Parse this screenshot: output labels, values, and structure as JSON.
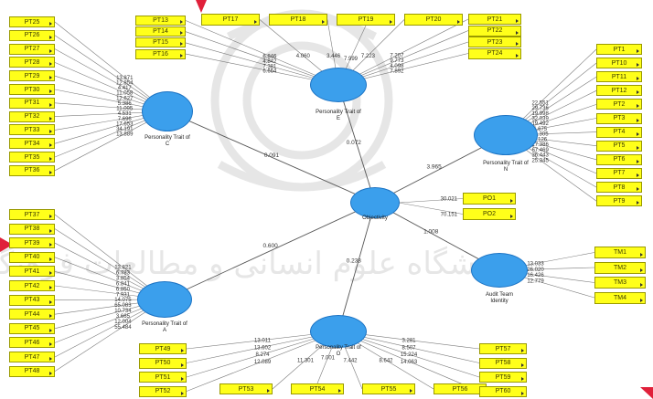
{
  "constructs": {
    "c": {
      "label": "Personality Trait of\nC"
    },
    "e": {
      "label": "Personality Trait of\nE"
    },
    "a": {
      "label": "Personality Trait of\nA"
    },
    "n": {
      "label": "Personality Trait of\nN"
    },
    "o": {
      "label": "Personality Trait of\nO"
    },
    "obj": {
      "label": "Objectivity"
    },
    "team": {
      "label": "Audit Team\nIdentity"
    }
  },
  "paths": [
    {
      "from": "c",
      "value": "0.091"
    },
    {
      "from": "e",
      "value": "0.072"
    },
    {
      "from": "n",
      "value": "3.965"
    },
    {
      "from": "a",
      "value": "0.600"
    },
    {
      "from": "o",
      "value": "0.238"
    },
    {
      "from": "team",
      "value": "1.008"
    }
  ],
  "objectivity_outer": {
    "indicators": [
      {
        "label": "PO1",
        "loading": "30.021"
      },
      {
        "label": "PO2",
        "loading": "70.151"
      }
    ]
  },
  "groups": {
    "c": {
      "indicators": [
        "PT25",
        "PT26",
        "PT27",
        "PT28",
        "PT29",
        "PT30",
        "PT31",
        "PT32",
        "PT33",
        "PT34",
        "PT35",
        "PT36"
      ],
      "loadings": [
        "13.871",
        "12.854",
        "4.417",
        "11.058",
        "12.627",
        "5.386",
        "11.095",
        "4.531",
        "7.696",
        "17.653",
        "34.191",
        "13.889"
      ]
    },
    "e": {
      "indicators": [
        "PT16",
        "PT17",
        "PT18",
        "PT19",
        "PT20",
        "PT21",
        "PT22",
        "PT23",
        "PT24",
        "PT13",
        "PT14",
        "PT15"
      ],
      "loadings": [
        "6.664",
        "4.060",
        "3.446",
        "7.999",
        "7.223",
        "7.207",
        "9.773",
        "4.098",
        "7.892",
        "6.846",
        "4.842",
        "7.381"
      ]
    },
    "n": {
      "indicators": [
        "PT1",
        "PT10",
        "PT11",
        "PT12",
        "PT2",
        "PT3",
        "PT4",
        "PT5",
        "PT6",
        "PT7",
        "PT8",
        "PT9"
      ],
      "loadings": [
        "22.551",
        "29.736",
        "19.998",
        "32.039",
        "19.492",
        "6.675",
        "11.305",
        "8.126",
        "17.386",
        "67.469",
        "36.443",
        "25.345"
      ]
    },
    "a": {
      "indicators": [
        "PT37",
        "PT38",
        "PT39",
        "PT40",
        "PT41",
        "PT42",
        "PT43",
        "PT44",
        "PT45",
        "PT46",
        "PT47",
        "PT48"
      ],
      "loadings": [
        "13.821",
        "6.783",
        "3.854",
        "6.841",
        "6.850",
        "7.931",
        "14.075",
        "65.083",
        "10.734",
        "3.665",
        "12.004",
        "55.484"
      ]
    },
    "o": {
      "indicators": [
        "PT49",
        "PT50",
        "PT51",
        "PT52",
        "PT53",
        "PT54",
        "PT55",
        "PT56",
        "PT57",
        "PT58",
        "PT59",
        "PT60"
      ],
      "loadings": [
        "13.011",
        "13.602",
        "8.274",
        "12.089",
        "11.301",
        "7.001",
        "7.442",
        "8.642",
        "3.281",
        "8.507",
        "15.224",
        "14.063"
      ]
    }
  },
  "team": {
    "indicators": [
      "TM1",
      "TM2",
      "TM3",
      "TM4"
    ],
    "loadings": [
      "13.033",
      "26.020",
      "16.426",
      "12.779"
    ]
  },
  "colors": {
    "indicator_fill": "#ffff1a",
    "construct_fill": "#3b9fec",
    "watermark": "#d9d9d9",
    "accent_marks": "#e0203a"
  }
}
